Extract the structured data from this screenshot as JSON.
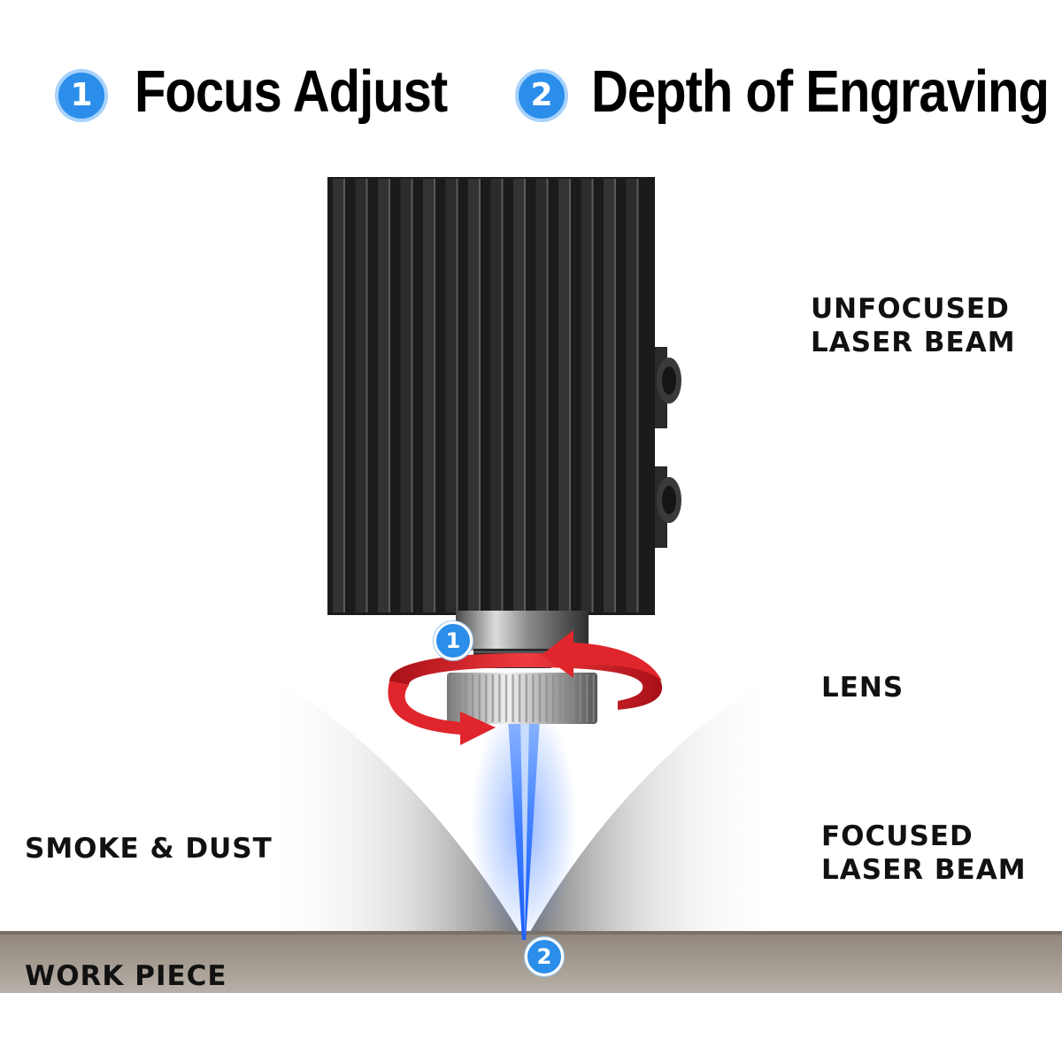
{
  "header": {
    "step1": {
      "number": "1",
      "title": "Focus Adjust"
    },
    "step2": {
      "number": "2",
      "title": "Depth of Engraving"
    }
  },
  "labels": {
    "unfocused_beam": [
      "UNFOCUSED",
      "LASER BEAM"
    ],
    "lens": "LENS",
    "smoke_dust": "SMOKE & DUST",
    "focused_beam": [
      "FOCUSED",
      "LASER BEAM"
    ],
    "work_piece": "WORK PIECE"
  },
  "markers": {
    "lens_marker": "1",
    "focus_point_marker": "2"
  },
  "colors": {
    "badge_blue": "#2b8eea",
    "arrow_red": "#e0252c",
    "beam_blue": "#1f6fff",
    "heatsink_black": "#1a1a1a",
    "work_piece_brown": "#a39a90"
  }
}
